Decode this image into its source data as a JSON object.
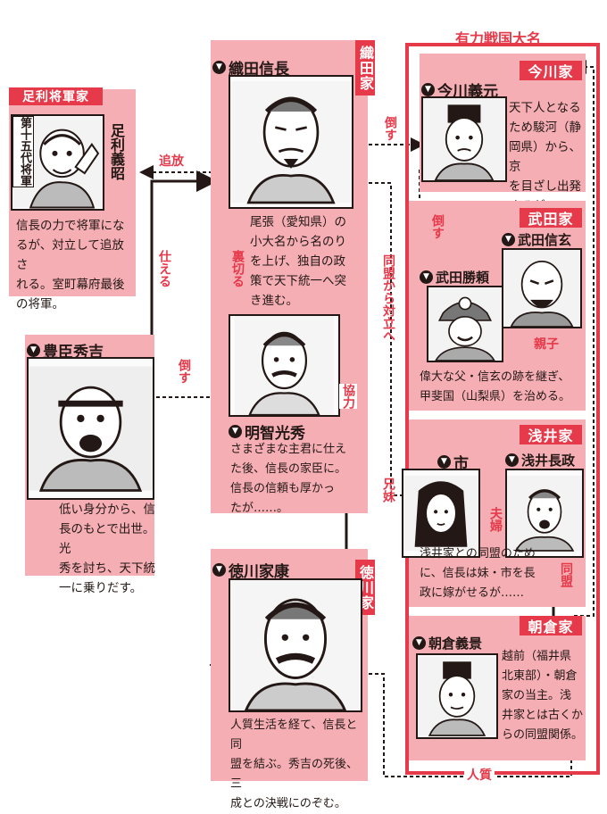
{
  "sengoku_title": "有力戦国大名",
  "ashikaga": {
    "clan": "足利将軍家",
    "name": "足利義昭",
    "badge": "第十五代将軍",
    "lines": [
      "信長の力で将軍にな",
      "るが、対立して追放さ",
      "れる。室町幕府最後",
      "の将軍。"
    ]
  },
  "oda": {
    "clan": "織田家",
    "name": "織田信長",
    "lines": [
      "尾張（愛知県）の",
      "小大名から名のり",
      "を上げ、独自の政",
      "策で天下統一へ突",
      "き進む。"
    ]
  },
  "akechi": {
    "name": "明智光秀",
    "lines": [
      "さまざまな主君に仕え",
      "た後、信長の家臣に。",
      "信長の信頼も厚かっ",
      "たが……。"
    ]
  },
  "toyotomi": {
    "name": "豊臣秀吉",
    "lines": [
      "低い身分から、信",
      "長のもとで出世。光",
      "秀を討ち、天下統",
      "一に乗りだす。"
    ]
  },
  "tokugawa": {
    "clan": "徳川家",
    "name": "徳川家康",
    "lines": [
      "人質生活を経て、信長と同",
      "盟を結ぶ。秀吉の死後、三",
      "成との決戦にのぞむ。"
    ]
  },
  "imagawa": {
    "clan": "今川家",
    "name": "今川義元",
    "lines": [
      "天下人となる",
      "ため駿河（静",
      "岡県）から、京",
      "を目ざし出発",
      "するが……。"
    ]
  },
  "takeda": {
    "clan": "武田家",
    "name_katsuyori": "武田勝頼",
    "name_shingen": "武田信玄",
    "lines": [
      "偉大な父・信玄の跡を継ぎ、",
      "甲斐国（山梨県）を治める。"
    ]
  },
  "azai": {
    "clan": "浅井家",
    "name_ichi": "市",
    "name_nagamasa": "浅井長政",
    "lines": [
      "浅井家との同盟のため",
      "に、信長は妹・市を長",
      "政に嫁がせるが……"
    ]
  },
  "asakura": {
    "clan": "朝倉家",
    "name": "朝倉義景",
    "lines": [
      "越前（福井県",
      "北東部）・朝倉",
      "家の当主。浅",
      "井家とは古くか",
      "らの同盟関係。"
    ]
  },
  "relations": {
    "tsuiho": "追放",
    "tsukaeru": "仕える",
    "uragiru": "裏切る",
    "taosu_hideyoshi": "倒す",
    "taosu_imagawa": "倒す",
    "taosu_takeda": "倒す",
    "domei_tairitsu": "同盟から対立へ",
    "kyoryoku": "協力",
    "kyodai": "兄妹",
    "fufu": "夫婦",
    "oyako": "親子",
    "domei": "同盟",
    "hitojichi": "人質"
  },
  "colors": {
    "accent": "#e6394a",
    "panel": "#f5aeb4",
    "ink": "#231815"
  }
}
